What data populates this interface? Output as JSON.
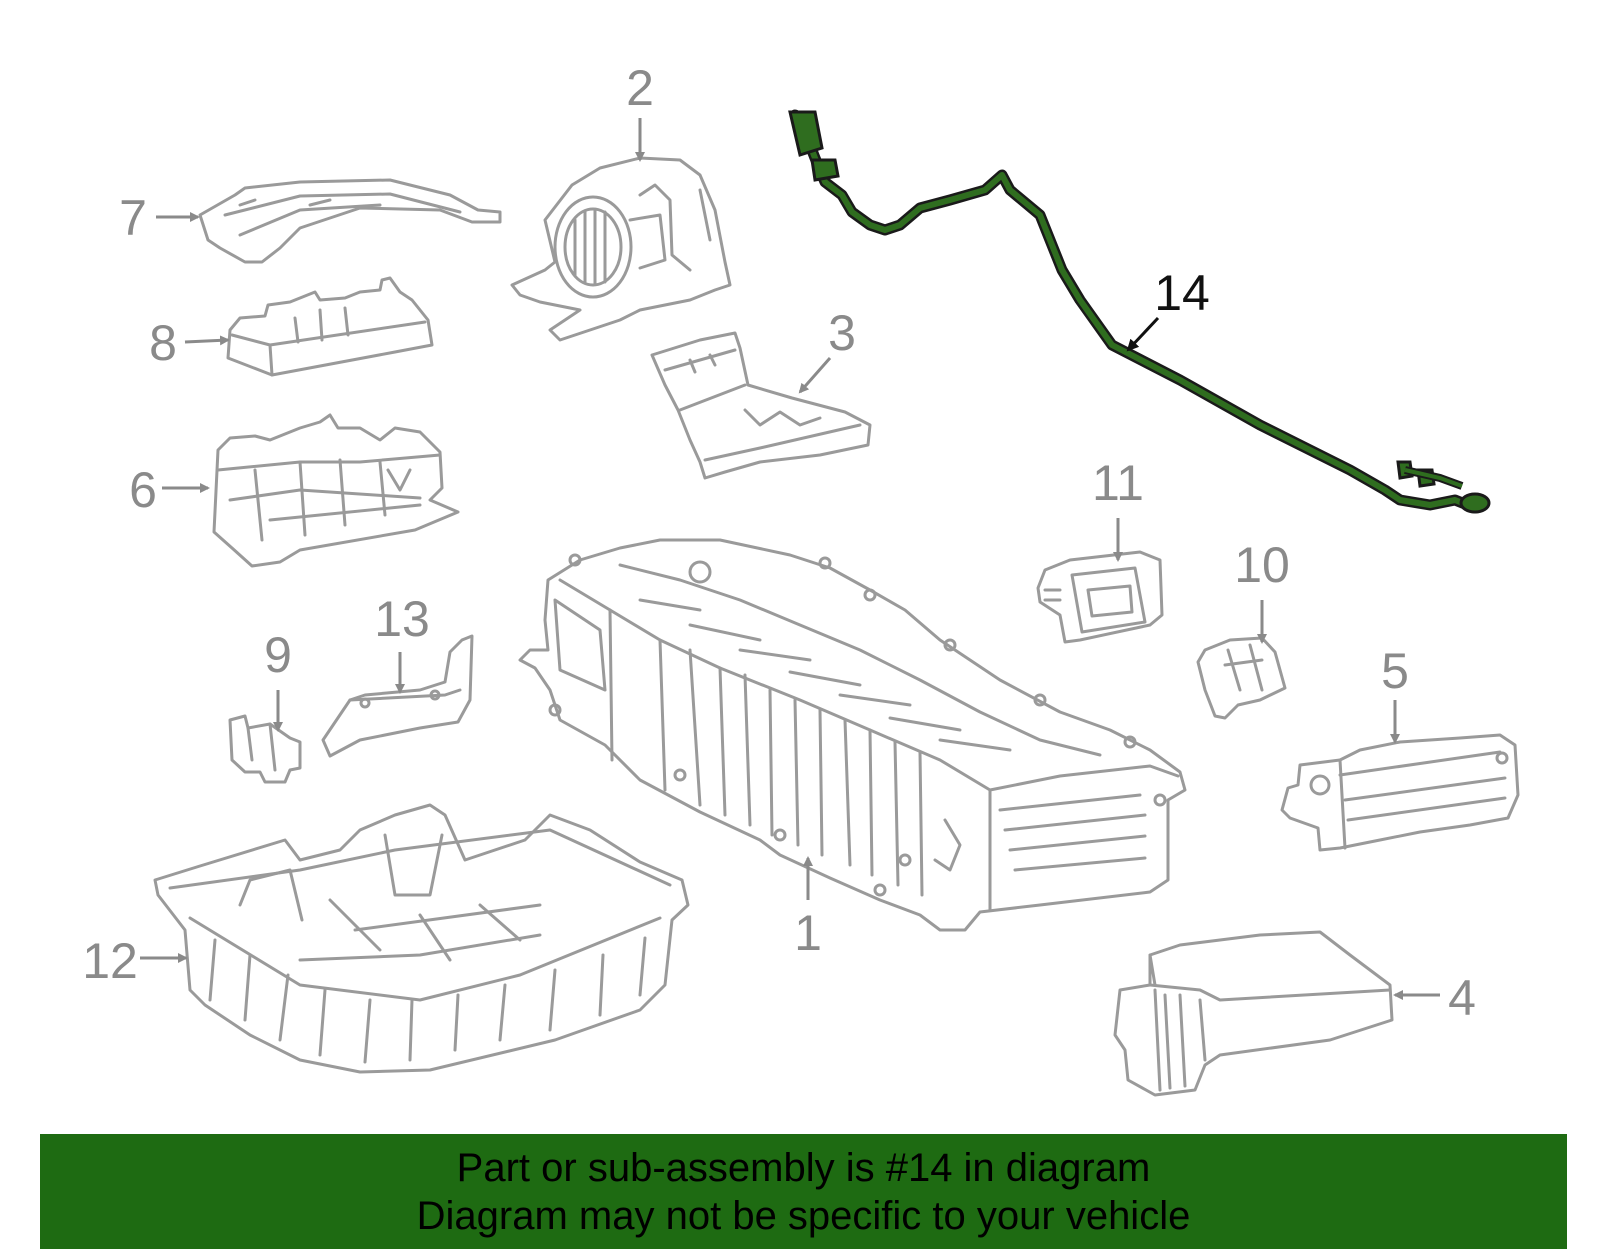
{
  "callouts": [
    "1",
    "2",
    "3",
    "4",
    "5",
    "6",
    "7",
    "8",
    "9",
    "10",
    "11",
    "12",
    "13",
    "14"
  ],
  "highlighted_part": "14",
  "colors": {
    "part_outline": "#9a9a9a",
    "highlight_part": "#2f6d1f",
    "banner_background": "#1e6b12",
    "banner_text": "#000000"
  },
  "banner": {
    "line1": "Part or sub-assembly is #14 in diagram",
    "line2": "Diagram may not be specific to your vehicle"
  }
}
